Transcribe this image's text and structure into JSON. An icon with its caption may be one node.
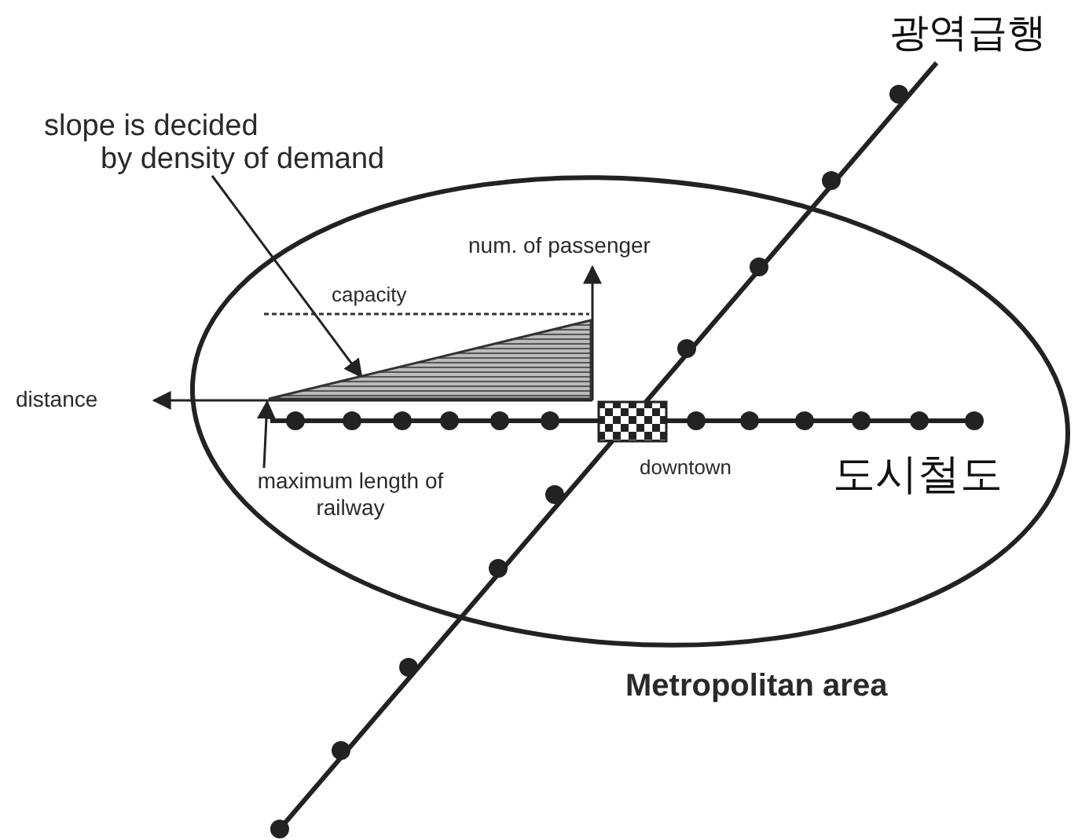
{
  "diagram": {
    "nodes": [
      {
        "text": [
          "Metropolitan area"
        ]
      },
      {
        "text": [],
        "shape": "box",
        "in": 0,
        "beside": [
          "downtown"
        ]
      },
      {
        "text": [
          "slope is decided by density of demand"
        ]
      },
      {
        "text": [
          "maximum length of railway"
        ],
        "in": 0
      },
      {
        "text": [],
        "shape": "triangle",
        "in": 0
      }
    ],
    "edges": [
      {
        "from": 2,
        "to": 4,
        "arrow": "to"
      },
      {
        "from": 3,
        "to": 4,
        "arrow": "to"
      }
    ],
    "labels": [
      "광역급행",
      "num. of passenger",
      "capacity",
      "distance",
      "도시철도"
    ]
  }
}
